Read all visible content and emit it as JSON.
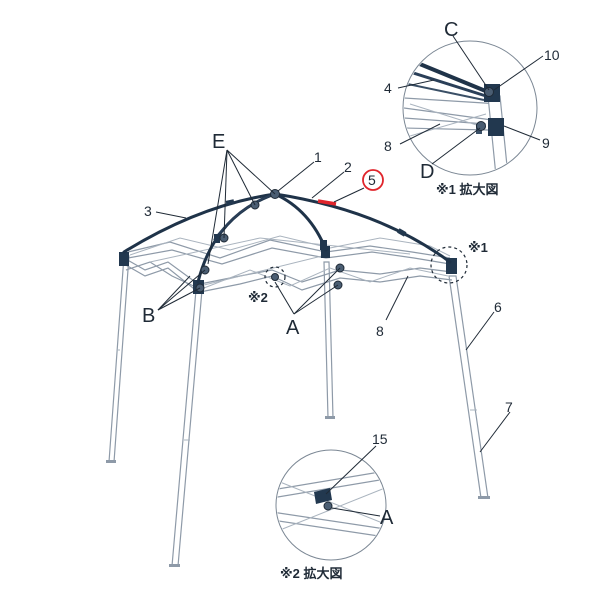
{
  "labels": {
    "E": "E",
    "n1": "1",
    "n2": "2",
    "n3": "3",
    "n5": "5",
    "B": "B",
    "A": "A",
    "n8": "8",
    "n6": "6",
    "n7": "7",
    "mark1": "※1",
    "mark2": "※2"
  },
  "zoom1": {
    "C": "C",
    "n10": "10",
    "n4": "4",
    "n8": "8",
    "n9": "9",
    "D": "D",
    "caption": "※1 拡大図"
  },
  "zoom2": {
    "n15": "15",
    "A": "A",
    "caption": "※2 拡大図"
  },
  "colors": {
    "highlight_circle": "#e0242b",
    "highlight_part": "#e0242b",
    "ink": "#1f2a36",
    "frame": "#8e9aa8",
    "rafter": "#1f3349"
  }
}
